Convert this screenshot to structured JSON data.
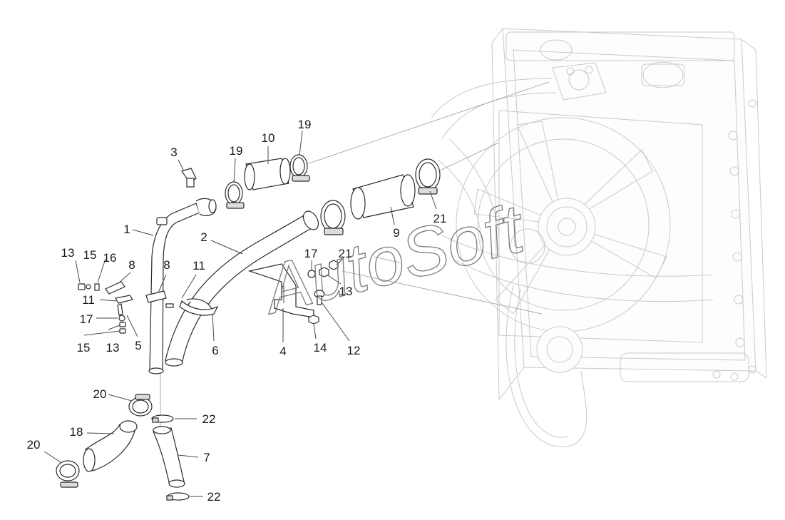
{
  "watermark": "AutoSoft",
  "callouts": [
    {
      "id": "c-1",
      "text": "1"
    },
    {
      "id": "c-2",
      "text": "2"
    },
    {
      "id": "c-3",
      "text": "3"
    },
    {
      "id": "c-4",
      "text": "4"
    },
    {
      "id": "c-5",
      "text": "5"
    },
    {
      "id": "c-6",
      "text": "6"
    },
    {
      "id": "c-7",
      "text": "7"
    },
    {
      "id": "c-8a",
      "text": "8"
    },
    {
      "id": "c-8b",
      "text": "8"
    },
    {
      "id": "c-9",
      "text": "9"
    },
    {
      "id": "c-10",
      "text": "10"
    },
    {
      "id": "c-11a",
      "text": "11"
    },
    {
      "id": "c-11b",
      "text": "11"
    },
    {
      "id": "c-12",
      "text": "12"
    },
    {
      "id": "c-13a",
      "text": "13"
    },
    {
      "id": "c-13b",
      "text": "13"
    },
    {
      "id": "c-13c",
      "text": "13"
    },
    {
      "id": "c-14",
      "text": "14"
    },
    {
      "id": "c-15a",
      "text": "15"
    },
    {
      "id": "c-15b",
      "text": "15"
    },
    {
      "id": "c-16",
      "text": "16"
    },
    {
      "id": "c-17a",
      "text": "17"
    },
    {
      "id": "c-17b",
      "text": "17"
    },
    {
      "id": "c-18",
      "text": "18"
    },
    {
      "id": "c-19a",
      "text": "19"
    },
    {
      "id": "c-19b",
      "text": "19"
    },
    {
      "id": "c-20a",
      "text": "20"
    },
    {
      "id": "c-20b",
      "text": "20"
    },
    {
      "id": "c-21a",
      "text": "21"
    },
    {
      "id": "c-21b",
      "text": "21"
    },
    {
      "id": "c-22a",
      "text": "22"
    },
    {
      "id": "c-22b",
      "text": "22"
    }
  ]
}
